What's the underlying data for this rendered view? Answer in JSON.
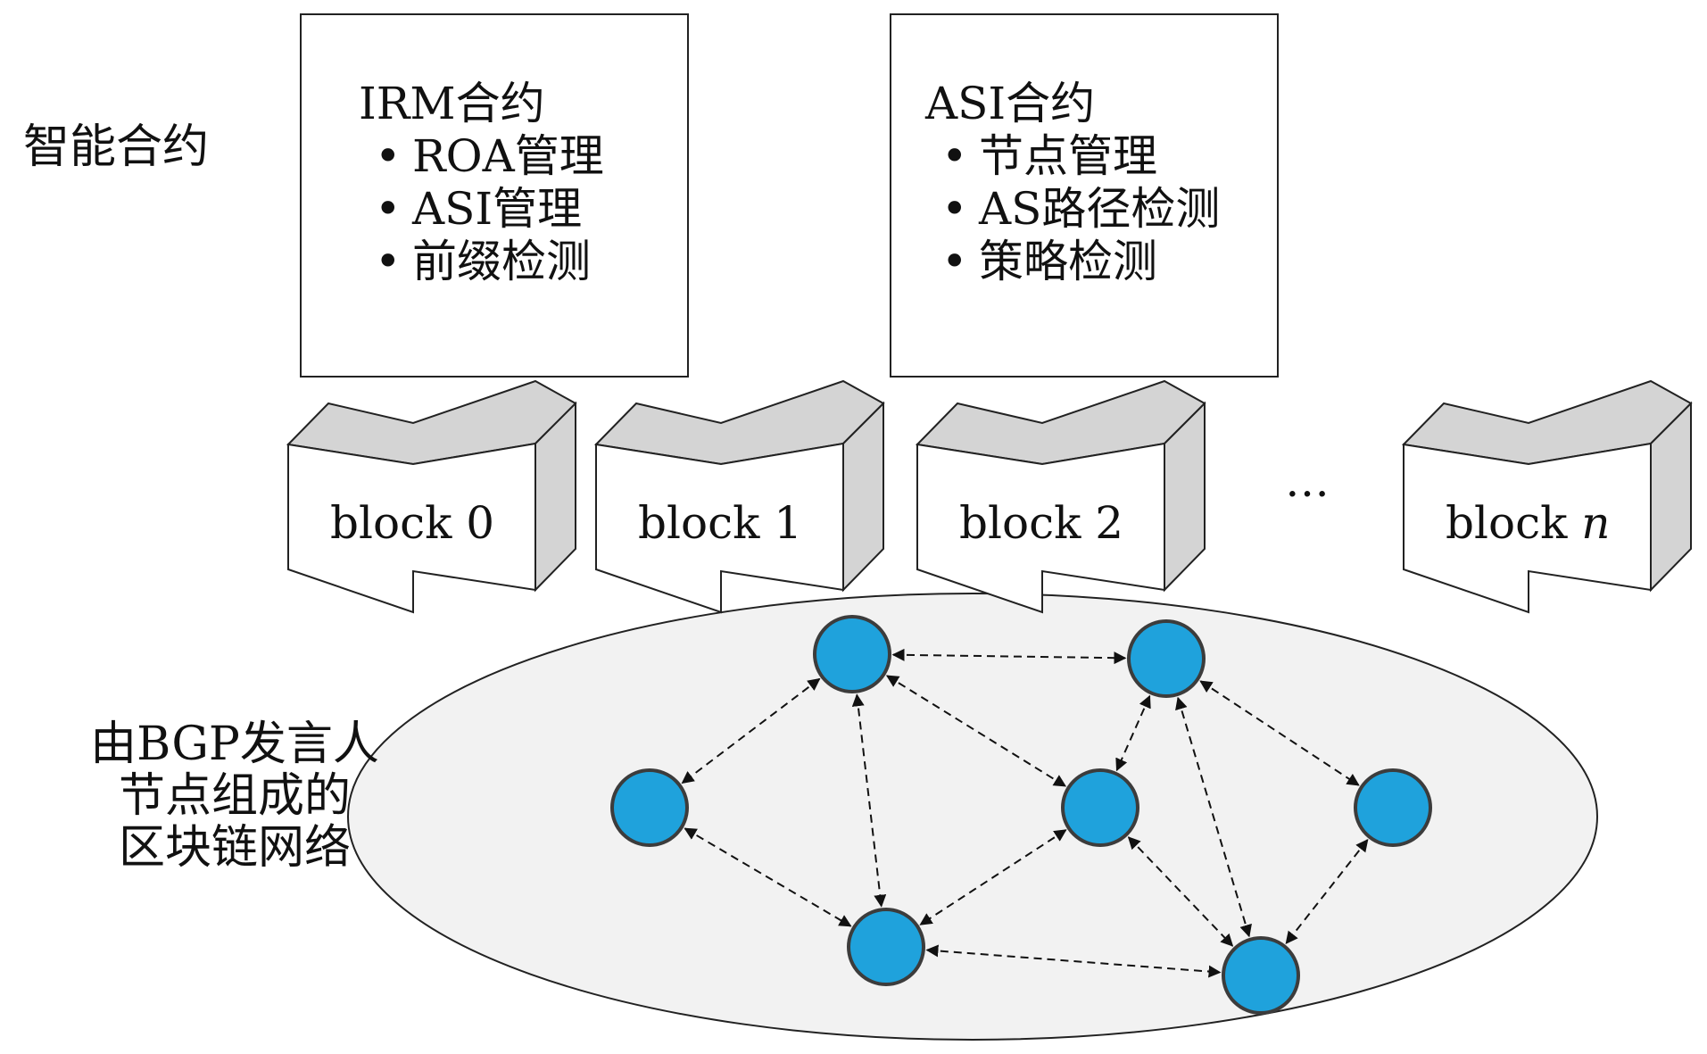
{
  "left_labels": {
    "smart_contracts": "智能合约",
    "network_line1": "由BGP发言人",
    "network_line2": "节点组成的",
    "network_line3": "区块链网络"
  },
  "contracts": [
    {
      "title": "IRM合约",
      "items": [
        "ROA管理",
        "ASI管理",
        "前缀检测"
      ]
    },
    {
      "title": "ASI合约",
      "items": [
        "节点管理",
        "AS路径检测",
        "策略检测"
      ]
    }
  ],
  "blocks": [
    {
      "word": "block",
      "index": "0",
      "italic": false
    },
    {
      "word": "block",
      "index": "1",
      "italic": false
    },
    {
      "word": "block",
      "index": "2",
      "italic": false
    },
    {
      "word": "block",
      "index": "n",
      "italic": true
    }
  ],
  "ellipsis": "…",
  "colors": {
    "node_fill": "#1fa2dc",
    "node_stroke": "#3c3c3c",
    "block_face": "#ffffff",
    "block_side": "#d4d4d4",
    "network_bg": "#f2f2f2"
  }
}
